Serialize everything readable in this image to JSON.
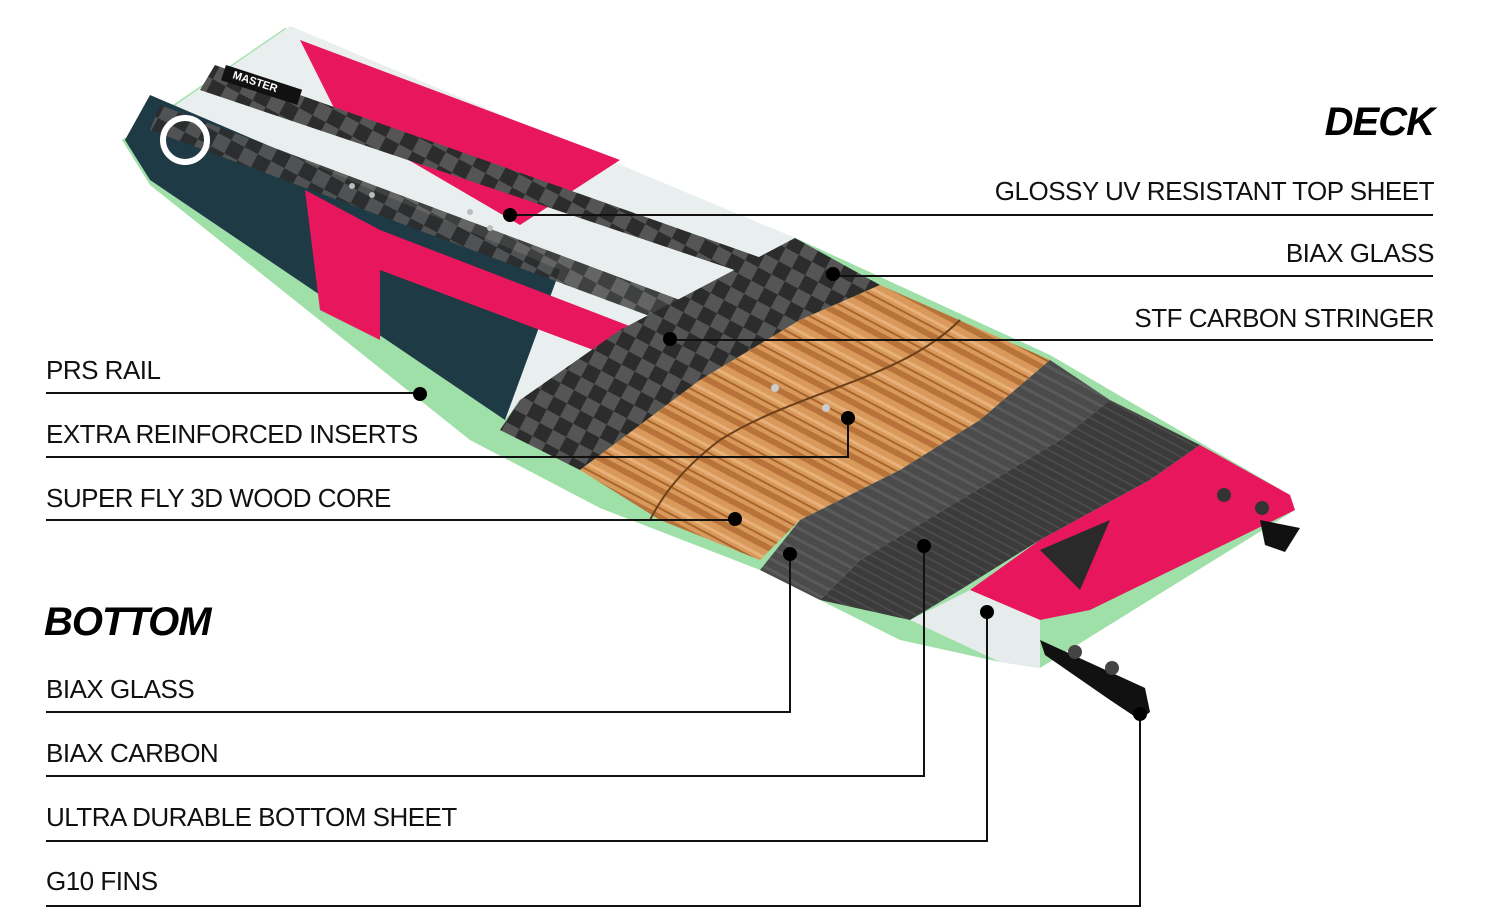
{
  "headings": {
    "deck": "DECK",
    "bottom": "BOTTOM"
  },
  "deck_layers": [
    {
      "label": "GLOSSY UV RESISTANT TOP SHEET"
    },
    {
      "label": "BIAX GLASS"
    },
    {
      "label": "STF CARBON STRINGER"
    }
  ],
  "side_features": [
    {
      "label": "PRS RAIL"
    },
    {
      "label": "EXTRA REINFORCED INSERTS"
    },
    {
      "label": "SUPER FLY 3D WOOD CORE"
    }
  ],
  "bottom_layers": [
    {
      "label": "BIAX GLASS"
    },
    {
      "label": "BIAX CARBON"
    },
    {
      "label": "ULTRA DURABLE BOTTOM SHEET"
    },
    {
      "label": "G10 FINS"
    }
  ],
  "board_text": {
    "model": "MASTER"
  },
  "colors": {
    "pink": "#e8175d",
    "teal": "#1e3a44",
    "wood": "#c98a4e",
    "green_rail": "#9ee0a8",
    "carbon": "#3a3a3a",
    "line": "#111111"
  }
}
